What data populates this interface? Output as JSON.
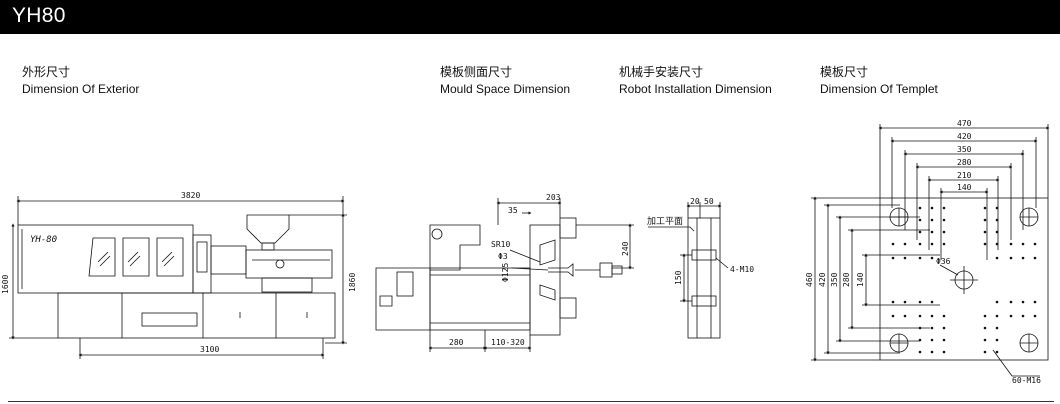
{
  "header": {
    "title": "YH80"
  },
  "sections": {
    "exterior": {
      "cn": "外形尺寸",
      "en": "Dimension Of Exterior"
    },
    "mould": {
      "cn": "模板侧面尺寸",
      "en": "Mould Space Dimension"
    },
    "robot": {
      "cn": "机械手安装尺寸",
      "en": "Robot Installation Dimension"
    },
    "templet": {
      "cn": "模板尺寸",
      "en": "Dimension Of Templet"
    }
  },
  "exterior": {
    "overall_length": "3820",
    "base_length": "3100",
    "height_left": "1600",
    "height_right": "1860",
    "model_label": "YH-80"
  },
  "mould": {
    "d203": "203",
    "d35": "35",
    "sr10": "SR10",
    "phi3": "Φ3",
    "phi125": "Φ125",
    "d240": "240",
    "d280": "280",
    "d110_320": "110-320"
  },
  "robot": {
    "d20": "20",
    "d50": "50",
    "plane_label": "加工平面",
    "thread": "4-M10",
    "d150": "150"
  },
  "templet": {
    "w470": "470",
    "w420": "420",
    "w350": "350",
    "w280": "280",
    "w210": "210",
    "w140": "140",
    "h460": "460",
    "h420": "420",
    "h350": "350",
    "h280": "280",
    "h140": "140",
    "center_hole": "Φ36",
    "holes": "60-M16"
  }
}
